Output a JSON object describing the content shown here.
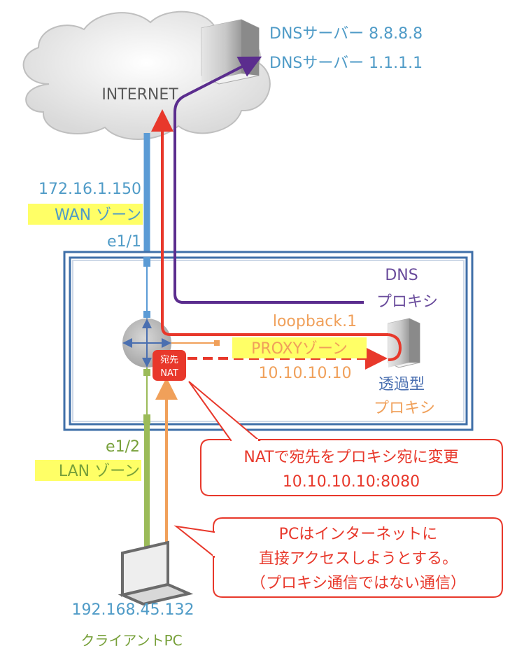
{
  "internet": {
    "label": "INTERNET"
  },
  "dns_servers": {
    "primary": "DNSサーバー 8.8.8.8",
    "secondary": "DNSサーバー 1.1.1.1"
  },
  "wan": {
    "ip": "172.16.1.150",
    "zone": "WAN ゾーン",
    "interface": "e1/1"
  },
  "dns_proxy": {
    "line1": "DNS",
    "line2": "プロキシ"
  },
  "proxy_zone": {
    "interface": "loopback.1",
    "zone": "PROXYゾーン",
    "ip": "10.10.10.10"
  },
  "nat_badge": {
    "line1": "宛先",
    "line2": "NAT"
  },
  "transparent_proxy": {
    "line1": "透過型",
    "line2": "プロキシ"
  },
  "lan": {
    "interface": "e1/2",
    "zone": "LAN ゾーン"
  },
  "client": {
    "ip": "192.168.45.132",
    "label": "クライアントPC"
  },
  "callout_nat": {
    "line1": "NATで宛先をプロキシ宛に変更",
    "line2": "10.10.10.10:8080"
  },
  "callout_pc": {
    "line1": "PCはインターネットに",
    "line2": "直接アクセスしようとする。",
    "line3": "（プロキシ通信ではない通信）"
  },
  "colors": {
    "wan_line": "#5b9bd5",
    "lan_line": "#9bbb59",
    "red": "#e8382b",
    "purple": "#5b2d8e",
    "orange": "#f0a05a",
    "label_blue": "#4f9bc7",
    "label_green": "#77a03a",
    "highlight": "#ffff66",
    "frame": "#3f6fa8"
  }
}
